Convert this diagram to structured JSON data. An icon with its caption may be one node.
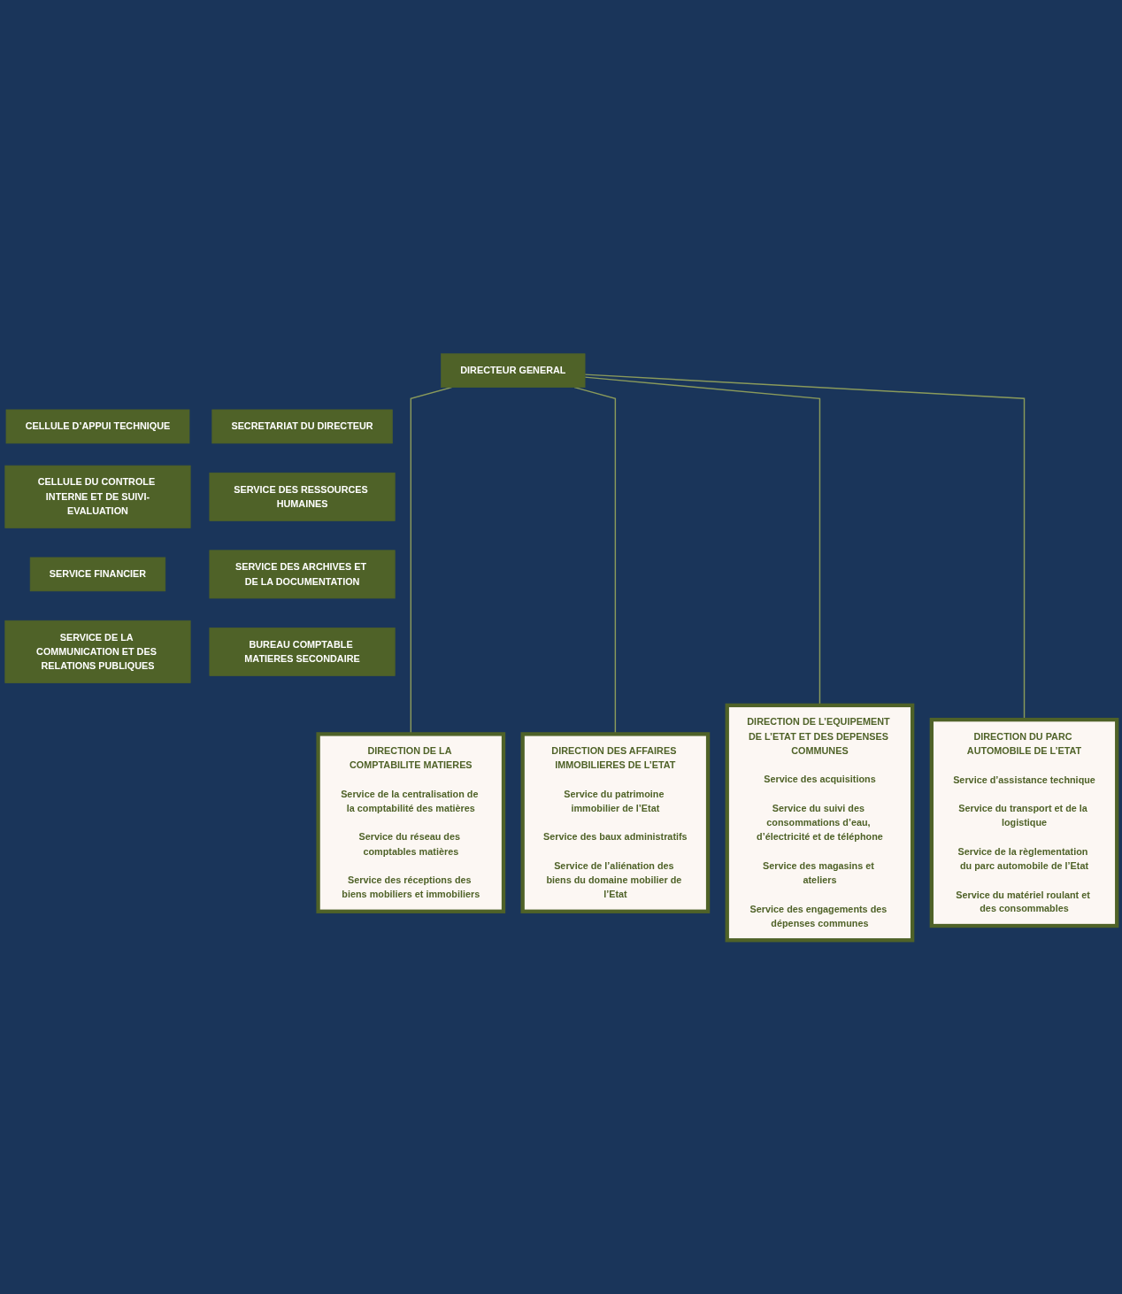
{
  "diagram": {
    "nodes": [
      {
        "text": [
          "DIRECTEUR GENERAL"
        ]
      },
      {
        "text": [
          "CELLULE D’APPUI TECHNIQUE"
        ]
      },
      {
        "text": [
          "SECRETARIAT DU DIRECTEUR"
        ]
      },
      {
        "text": [
          "CELLULE DU CONTROLE INTERNE ET DE SUIVI-EVALUATION"
        ]
      },
      {
        "text": [
          "SERVICE DES RESSOURCES HUMAINES"
        ]
      },
      {
        "text": [
          "SERVICE FINANCIER"
        ]
      },
      {
        "text": [
          "SERVICE DES ARCHIVES ET DE LA DOCUMENTATION"
        ]
      },
      {
        "text": [
          "SERVICE DE LA COMMUNICATION ET DES RELATIONS PUBLIQUES"
        ]
      },
      {
        "text": [
          "BUREAU COMPTABLE MATIERES SECONDAIRE"
        ]
      },
      {
        "text": [
          "DIRECTION DE LA COMPTABILITE MATIERES",
          "Service de la centralisation de la comptabilité des matières",
          "Service du réseau des comptables matières",
          "Service des réceptions des biens mobiliers et immobiliers"
        ]
      },
      {
        "text": [
          "DIRECTION DES AFFAIRES IMMOBILIERES DE L’ETAT",
          "Service du patrimoine immobilier de l’Etat",
          "Service des baux administratifs",
          "Service de l’aliénation des biens du domaine mobilier de l’Etat"
        ]
      },
      {
        "text": [
          "DIRECTION DE L’EQUIPEMENT DE L’ETAT ET DES DEPENSES COMMUNES",
          "Service des acquisitions",
          "Service du suivi des consommations d’eau, d’électricité et de téléphone",
          "Service des magasins et ateliers",
          "Service des engagements des dépenses communes"
        ]
      },
      {
        "text": [
          "DIRECTION DU PARC AUTOMOBILE DE L’ETAT",
          "Service d’assistance technique",
          "Service du transport et de la logistique",
          "Service de la règlementation du parc automobile de l’Etat",
          "Service du matériel roulant et des consommables"
        ]
      }
    ],
    "edges": [
      {
        "from": 0,
        "to": 9,
        "arrow": "none"
      },
      {
        "from": 0,
        "to": 10,
        "arrow": "none"
      },
      {
        "from": 0,
        "to": 11,
        "arrow": "none"
      },
      {
        "from": 0,
        "to": 12,
        "arrow": "none"
      }
    ]
  }
}
